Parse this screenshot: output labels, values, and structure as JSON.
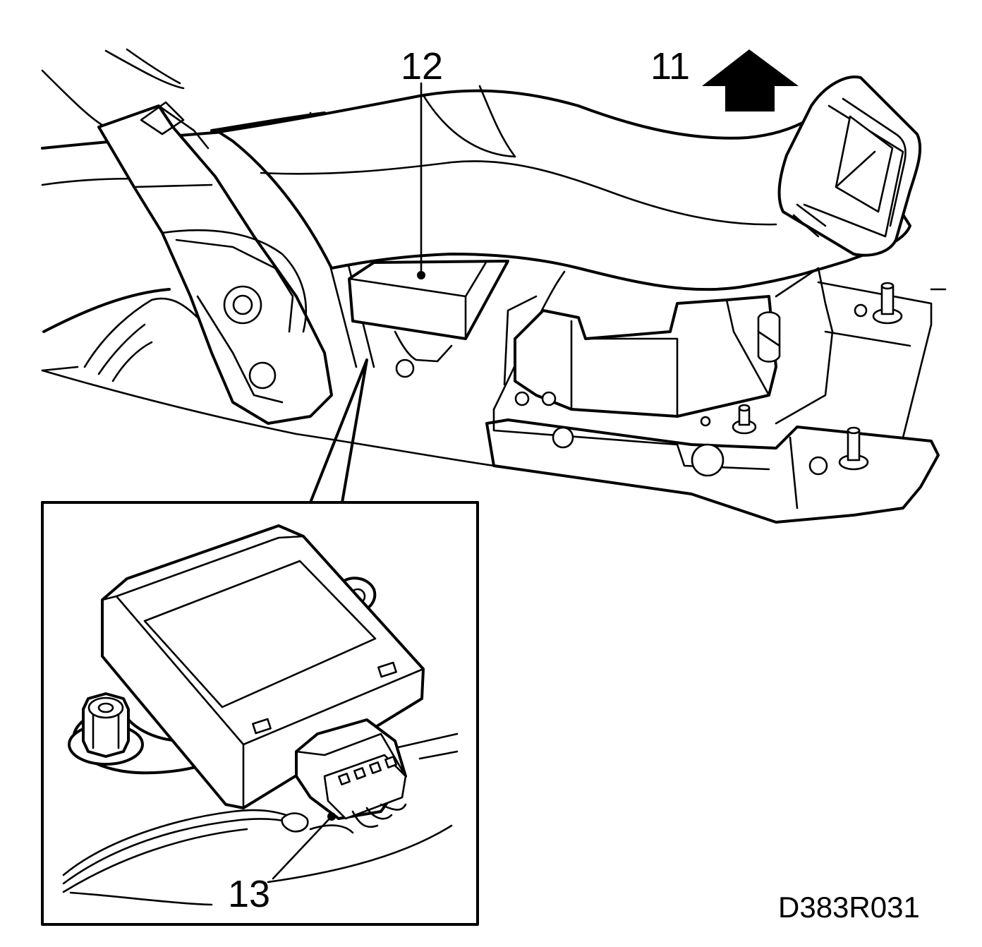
{
  "figure": {
    "code": "D383R031",
    "callouts": {
      "duct_outlet": "11",
      "control_module": "12",
      "connector": "13"
    },
    "icons": [
      "up-arrow-icon",
      "bolt-icon",
      "connector-icon"
    ]
  }
}
